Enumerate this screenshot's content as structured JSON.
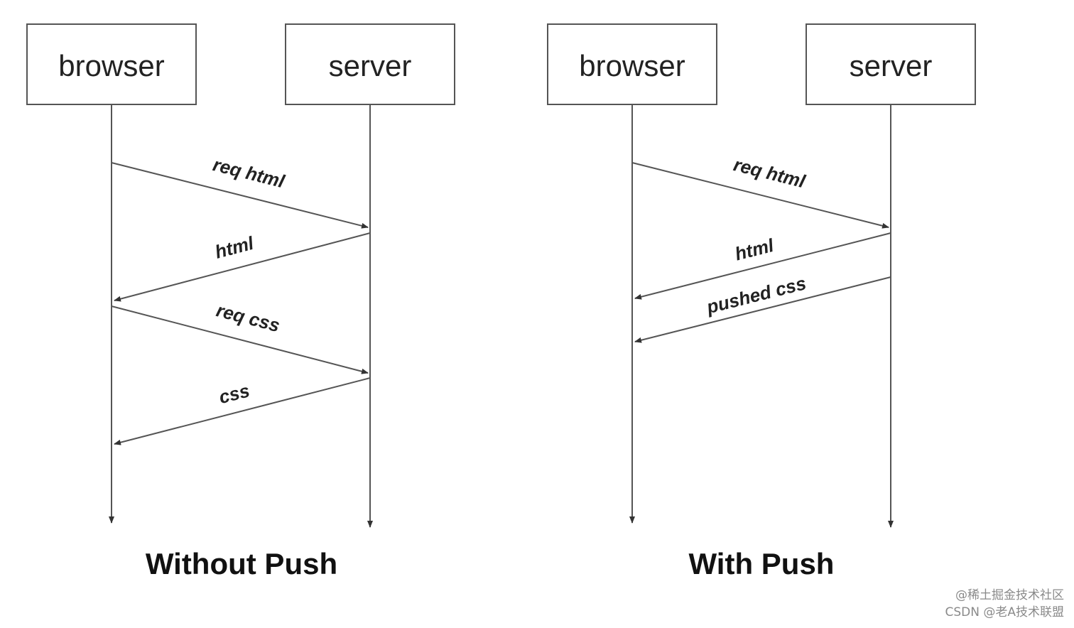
{
  "diagrams": [
    {
      "caption": "Without Push",
      "participants": [
        "browser",
        "server"
      ],
      "messages": [
        {
          "label": "req html",
          "from": "browser",
          "to": "server"
        },
        {
          "label": "html",
          "from": "server",
          "to": "browser"
        },
        {
          "label": "req css",
          "from": "browser",
          "to": "server"
        },
        {
          "label": "css",
          "from": "server",
          "to": "browser"
        }
      ]
    },
    {
      "caption": "With Push",
      "participants": [
        "browser",
        "server"
      ],
      "messages": [
        {
          "label": "req html",
          "from": "browser",
          "to": "server"
        },
        {
          "label": "html",
          "from": "server",
          "to": "browser"
        },
        {
          "label": "pushed css",
          "from": "server",
          "to": "browser"
        }
      ]
    }
  ],
  "watermark": {
    "line1": "@稀土掘金技术社区",
    "line2": "CSDN @老A技术联盟"
  },
  "colors": {
    "line": "#555555",
    "box_border": "#555555",
    "text": "#222222"
  }
}
